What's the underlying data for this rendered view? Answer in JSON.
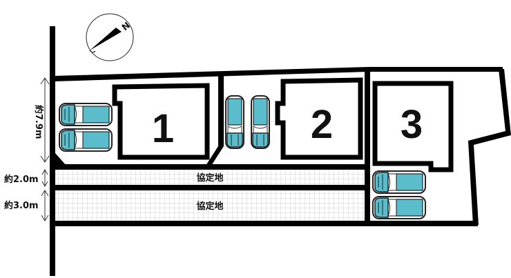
{
  "compass": {
    "label": "N"
  },
  "lots": [
    {
      "number": "1"
    },
    {
      "number": "2"
    },
    {
      "number": "3"
    }
  ],
  "easement": {
    "upper_label": "協定地",
    "lower_label": "協定地"
  },
  "dimensions": {
    "depth": "約7.9m",
    "upper_road": "約2.0m",
    "lower_road": "約3.0m"
  },
  "colors": {
    "line": "#000000",
    "car_body": "#5bbccc",
    "grid": "#d0d0d0"
  },
  "parking": {
    "lot1_cars": 2,
    "lot2_cars": 2,
    "lot3_cars": 2
  }
}
